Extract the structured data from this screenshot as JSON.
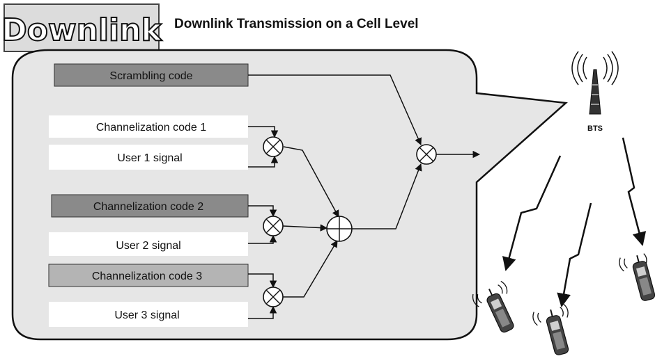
{
  "header": {
    "logo_text": "Downlink",
    "title": "Downlink Transmission on a Cell Level"
  },
  "diagram": {
    "inputs": {
      "scrambling_code": "Scrambling code",
      "channelization_code_1": "Channelization code 1",
      "user_1_signal": "User 1 signal",
      "channelization_code_2": "Channelization code 2",
      "user_2_signal": "User 2 signal",
      "channelization_code_3": "Channelization code 3",
      "user_3_signal": "User 3 signal"
    },
    "bts_label": "BTS",
    "icons": [
      "multiplier-icon",
      "adder-icon",
      "antenna-tower-icon",
      "mobile-phone-icon",
      "lightning-arrow-icon"
    ]
  }
}
